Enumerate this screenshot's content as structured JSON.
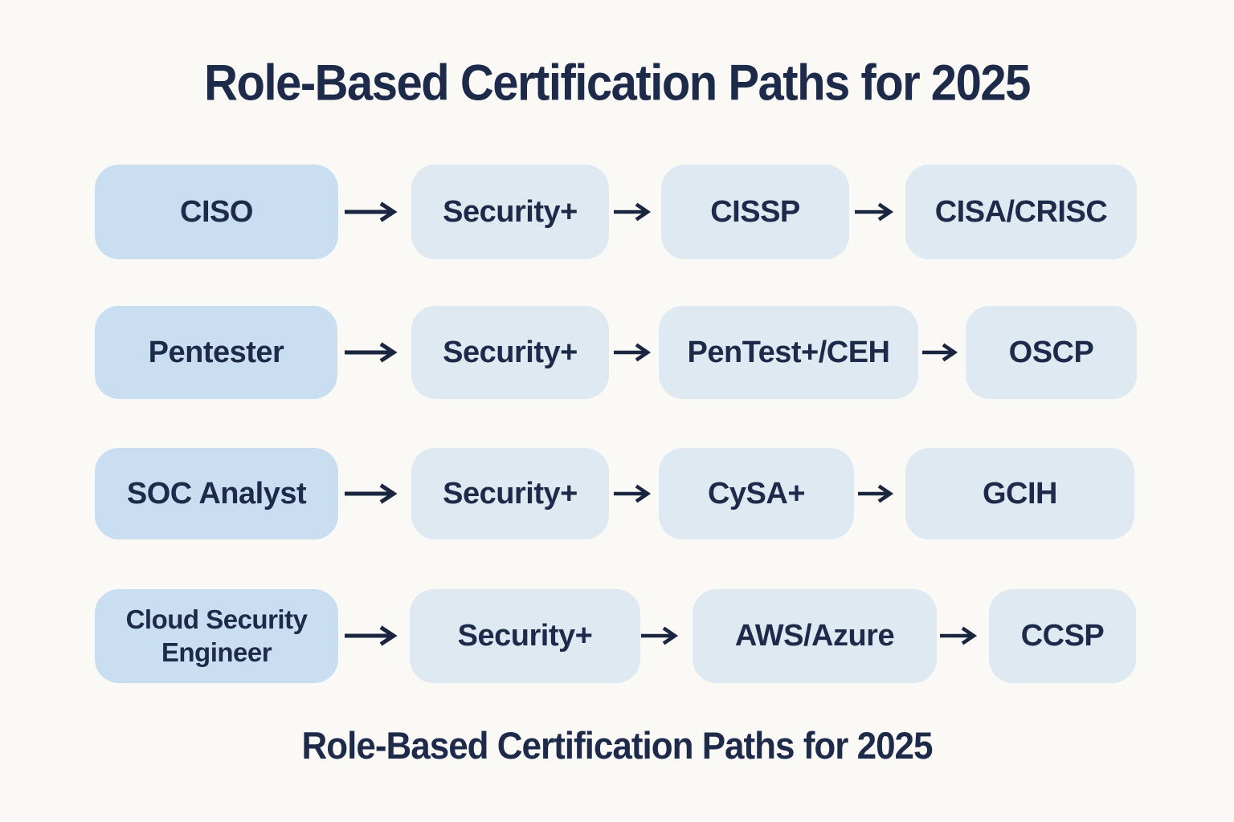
{
  "title": "Role-Based Certification Paths for 2025",
  "footer_title": "Role-Based Certification Paths for 2025",
  "colors": {
    "background": "#faf9f6",
    "role_box": "#c9def0",
    "cert_box": "#dfe9f2",
    "text": "#1e2a4a",
    "arrow": "#1a2540"
  },
  "rows": [
    {
      "role": "CISO",
      "certs": [
        "Security+",
        "CISSP",
        "CISA/CRISC"
      ]
    },
    {
      "role": "Pentester",
      "certs": [
        "Security+",
        "PenTest+/CEH",
        "OSCP"
      ]
    },
    {
      "role": "SOC Analyst",
      "certs": [
        "Security+",
        "CySA+",
        "GCIH"
      ]
    },
    {
      "role": "Cloud Security Engineer",
      "certs": [
        "Security+",
        "AWS/Azure",
        "CCSP"
      ]
    }
  ]
}
